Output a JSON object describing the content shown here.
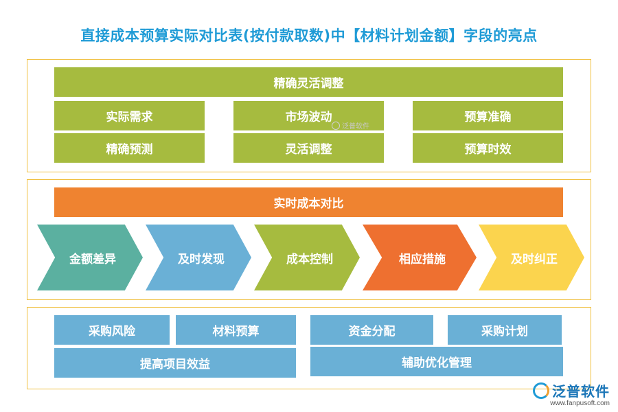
{
  "title": "直接成本预算实际对比表(按付款取数)中【材料计划金额】字段的亮点",
  "section1": {
    "header": "精确灵活调整",
    "items": [
      "实际需求",
      "市场波动",
      "预算准确",
      "精确预测",
      "灵活调整",
      "预算时效"
    ]
  },
  "section2": {
    "header": "实时成本对比",
    "steps": [
      {
        "label": "金额差异",
        "color": "#5bb0a0"
      },
      {
        "label": "及时发现",
        "color": "#6ab0d6"
      },
      {
        "label": "成本控制",
        "color": "#a6bb3f"
      },
      {
        "label": "相应措施",
        "color": "#ee7030"
      },
      {
        "label": "及时纠正",
        "color": "#fbd44e"
      }
    ]
  },
  "section3": {
    "items": [
      "采购风险",
      "材料预算",
      "提高项目效益",
      "资金分配",
      "采购计划",
      "辅助优化管理"
    ]
  },
  "watermark": "泛普软件",
  "logo": {
    "name": "泛普软件",
    "url": "www.fanpusoft.com"
  }
}
